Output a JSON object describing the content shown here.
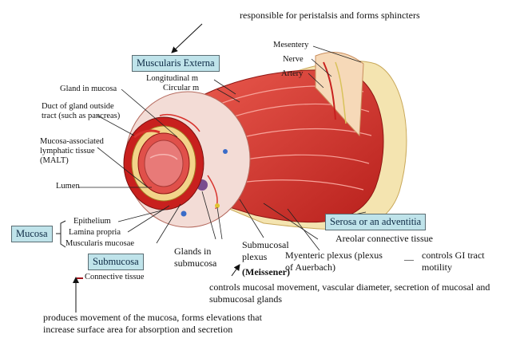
{
  "top_note": "responsible for peristalsis and forms sphincters",
  "muscularis_externa_box": "Muscularis Externa",
  "muscularis_parts": [
    "Longitudinal m",
    "Circular m"
  ],
  "right_labels": [
    "Mesentery",
    "Nerve",
    "Artery"
  ],
  "left_labels": {
    "gland_in_mucosa": "Gland in mucosa",
    "duct": "Duct of gland outside tract (such as pancreas)",
    "malt": "Mucosa-associated lymphatic tissue (MALT)",
    "lumen": "Lumen"
  },
  "mucosa_box": "Mucosa",
  "mucosa_layers": [
    "Epithelium",
    "Lamina propria",
    "Muscularis mucosae"
  ],
  "submucosa_box": "Submucosa",
  "connective_tissue": "Connective tissue",
  "glands_in_submucosa": "Glands in submucosa",
  "submucosal_plexus": "Submucosal plexus",
  "meissener": "(Meissener)",
  "serosa_box": "Serosa or an adventitia",
  "areolar": "Areolar connective tissue",
  "myenteric_plexus": "Myenteric plexus (plexus of Auerbach)",
  "dash": "—",
  "myenteric_note": "controls GI tract motility",
  "submucosal_note": "controls mucosal movement, vascular diameter, secretion of mucosal and submucosal glands",
  "mucosa_note": "produces movement of the mucosa, forms elevations that increase surface area for absorption and secretion",
  "colors": {
    "box_fill": "#bfe3ea",
    "muscle_red": "#d8322c",
    "mucosa_red": "#c8201e",
    "submucosa_pink": "#f3dcd6",
    "lumen_pink": "#e87a78",
    "serosa_yellow": "#f4e4b0"
  }
}
